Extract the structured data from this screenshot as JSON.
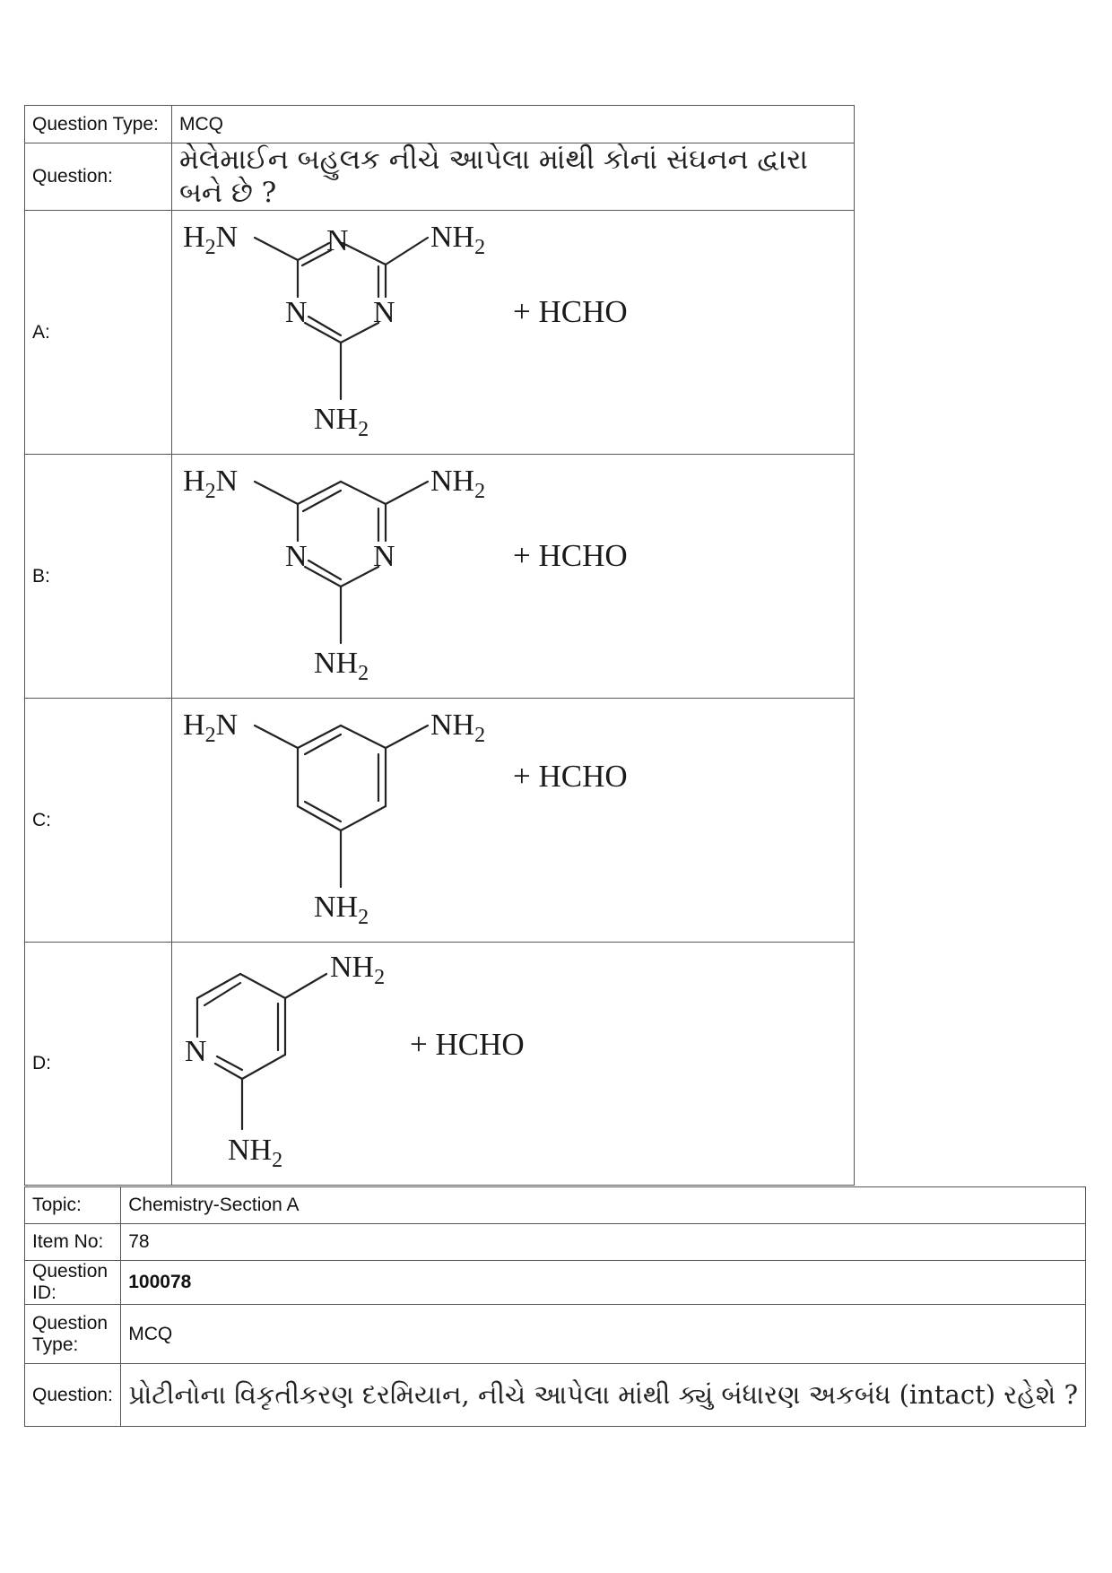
{
  "question1": {
    "type_label": "Question Type:",
    "type_value": "MCQ",
    "question_label": "Question:",
    "question_text": "મેલેમાઈન બહુલક નીચે આપેલા માંથી કોનાં સંઘનન દ્વારા બને છે ?",
    "options": [
      {
        "label": "A:",
        "groups": [
          "H2N",
          "N",
          "NH2",
          "N",
          "N",
          "NH2"
        ],
        "reagent": "+ HCHO"
      },
      {
        "label": "B:",
        "groups": [
          "H2N",
          "NH2",
          "N",
          "N",
          "NH2"
        ],
        "reagent": "+ HCHO"
      },
      {
        "label": "C:",
        "groups": [
          "H2N",
          "NH2",
          "NH2"
        ],
        "reagent": "+ HCHO"
      },
      {
        "label": "D:",
        "groups": [
          "NH2",
          "N",
          "NH2"
        ],
        "reagent": "+ HCHO"
      }
    ]
  },
  "question2": {
    "topic_label": "Topic:",
    "topic_value": "Chemistry-Section A",
    "item_label": "Item No:",
    "item_value": "78",
    "id_label": "Question ID:",
    "id_value": "100078",
    "type_label": "Question Type:",
    "type_value": "MCQ",
    "question_label": "Question:",
    "question_text": "પ્રોટીનોના વિકૃતીકરણ દરમિયાન, નીચે આપેલા માંથી ક્યું બંધારણ અકબંધ (intact) રહેશે ?"
  }
}
